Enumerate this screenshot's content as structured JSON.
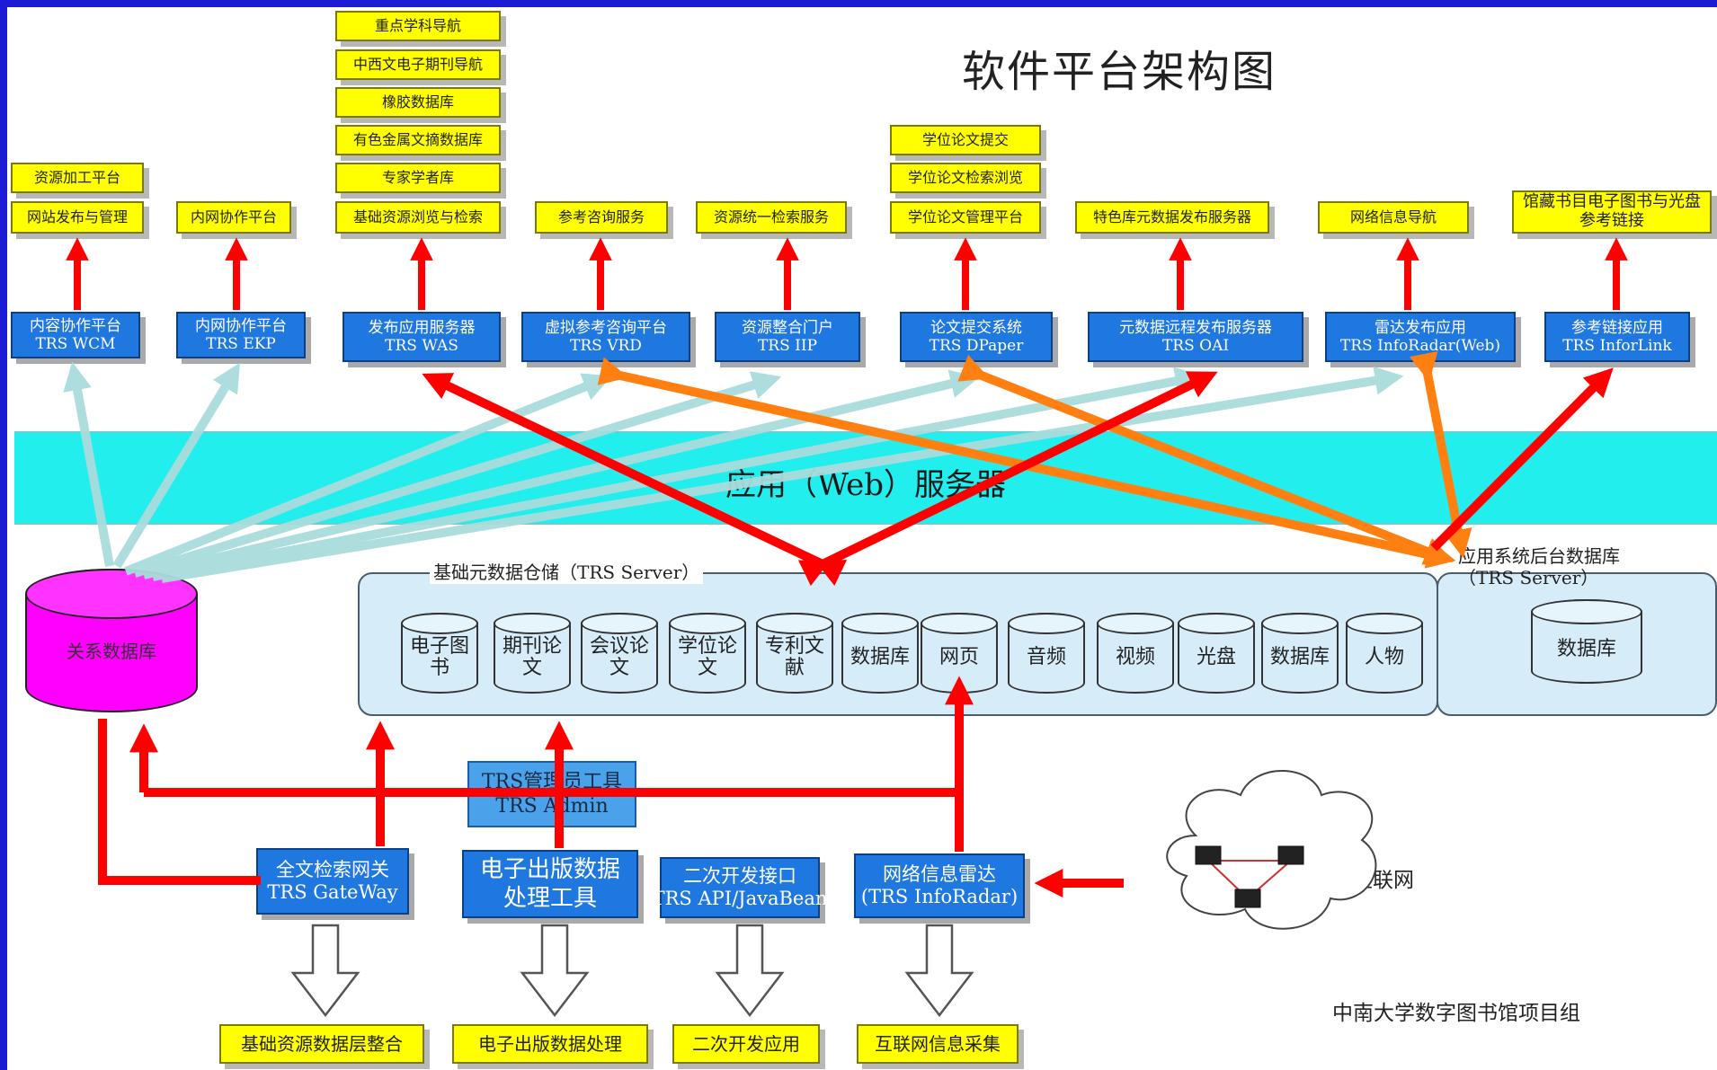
{
  "title": "软件平台架构图",
  "credit": "中南大学数字图书馆项目组",
  "web_server": "应用（Web）服务器",
  "top_services": [
    {
      "id": "res-process",
      "text": "资源加工平台"
    },
    {
      "id": "site-publish",
      "text": "网站发布与管理"
    },
    {
      "id": "intranet-collab",
      "text": "内网协作平台"
    },
    {
      "id": "key-discipline",
      "text": "重点学科导航"
    },
    {
      "id": "cn-en-journal",
      "text": "中西文电子期刊导航"
    },
    {
      "id": "rubber-db",
      "text": "橡胶数据库"
    },
    {
      "id": "nonferrous-abstract",
      "text": "有色金属文摘数据库"
    },
    {
      "id": "expert-scholar",
      "text": "专家学者库"
    },
    {
      "id": "basic-resource-browse",
      "text": "基础资源浏览与检索"
    },
    {
      "id": "reference-consult",
      "text": "参考咨询服务"
    },
    {
      "id": "unified-search",
      "text": "资源统一检索服务"
    },
    {
      "id": "thesis-submit",
      "text": "学位论文提交"
    },
    {
      "id": "thesis-search",
      "text": "学位论文检索浏览"
    },
    {
      "id": "thesis-manage",
      "text": "学位论文管理平台"
    },
    {
      "id": "special-metadata",
      "text": "特色库元数据发布服务器"
    },
    {
      "id": "net-info-nav",
      "text": "网络信息导航"
    },
    {
      "id": "catalog-link",
      "text": "馆藏书目电子图书与光盘参考链接"
    }
  ],
  "platforms": [
    {
      "id": "wcm",
      "name": "内容协作平台",
      "sub": "TRS WCM"
    },
    {
      "id": "ekp",
      "name": "内网协作平台",
      "sub": "TRS EKP"
    },
    {
      "id": "was",
      "name": "发布应用服务器",
      "sub": "TRS WAS"
    },
    {
      "id": "vrd",
      "name": "虚拟参考咨询平台",
      "sub": "TRS VRD"
    },
    {
      "id": "iip",
      "name": "资源整合门户",
      "sub": "TRS IIP"
    },
    {
      "id": "dpaper",
      "name": "论文提交系统",
      "sub": "TRS DPaper"
    },
    {
      "id": "oai",
      "name": "元数据远程发布服务器",
      "sub": "TRS OAI"
    },
    {
      "id": "inforadar-web",
      "name": "雷达发布应用",
      "sub": "TRS InfoRadar(Web)"
    },
    {
      "id": "inforlink",
      "name": "参考链接应用",
      "sub": "TRS InforLink"
    }
  ],
  "repository": {
    "title": "基础元数据仓储（TRS Server）",
    "items": [
      "电子图书",
      "期刊论文",
      "会议论文",
      "学位论文",
      "专利文献",
      "数据库",
      "网页",
      "音频",
      "视频",
      "光盘",
      "数据库",
      "人物"
    ]
  },
  "backend": {
    "title_line1": "应用系统后台数据库",
    "title_line2": "（TRS Server）",
    "db": "数据库"
  },
  "relational_db": "关系数据库",
  "admin_tool": {
    "line1": "TRS管理员工具",
    "line2": "TRS Admin"
  },
  "tools": [
    {
      "id": "gateway",
      "name": "全文检索网关",
      "sub": "TRS GateWay"
    },
    {
      "id": "epub-tool",
      "name": "电子出版数据",
      "sub": "处理工具"
    },
    {
      "id": "api",
      "name": "二次开发接口",
      "sub": "TRS API/JavaBean"
    },
    {
      "id": "inforadar",
      "name": "网络信息雷达",
      "sub": "(TRS InfoRadar)"
    }
  ],
  "outputs": [
    {
      "id": "integration",
      "text": "基础资源数据层整合"
    },
    {
      "id": "epub-process",
      "text": "电子出版数据处理"
    },
    {
      "id": "dev-apps",
      "text": "二次开发应用"
    },
    {
      "id": "web-collect",
      "text": "互联网信息采集"
    }
  ],
  "internet": "互联网",
  "colors": {
    "red": "#ff0000",
    "orange": "#ff7f10",
    "light_cyan": "#a9dcdc",
    "web_band": "#22eeee",
    "blue_box": "#1f77e0",
    "yellow_box": "#ffff00",
    "magenta_db": "#ff00ff"
  }
}
